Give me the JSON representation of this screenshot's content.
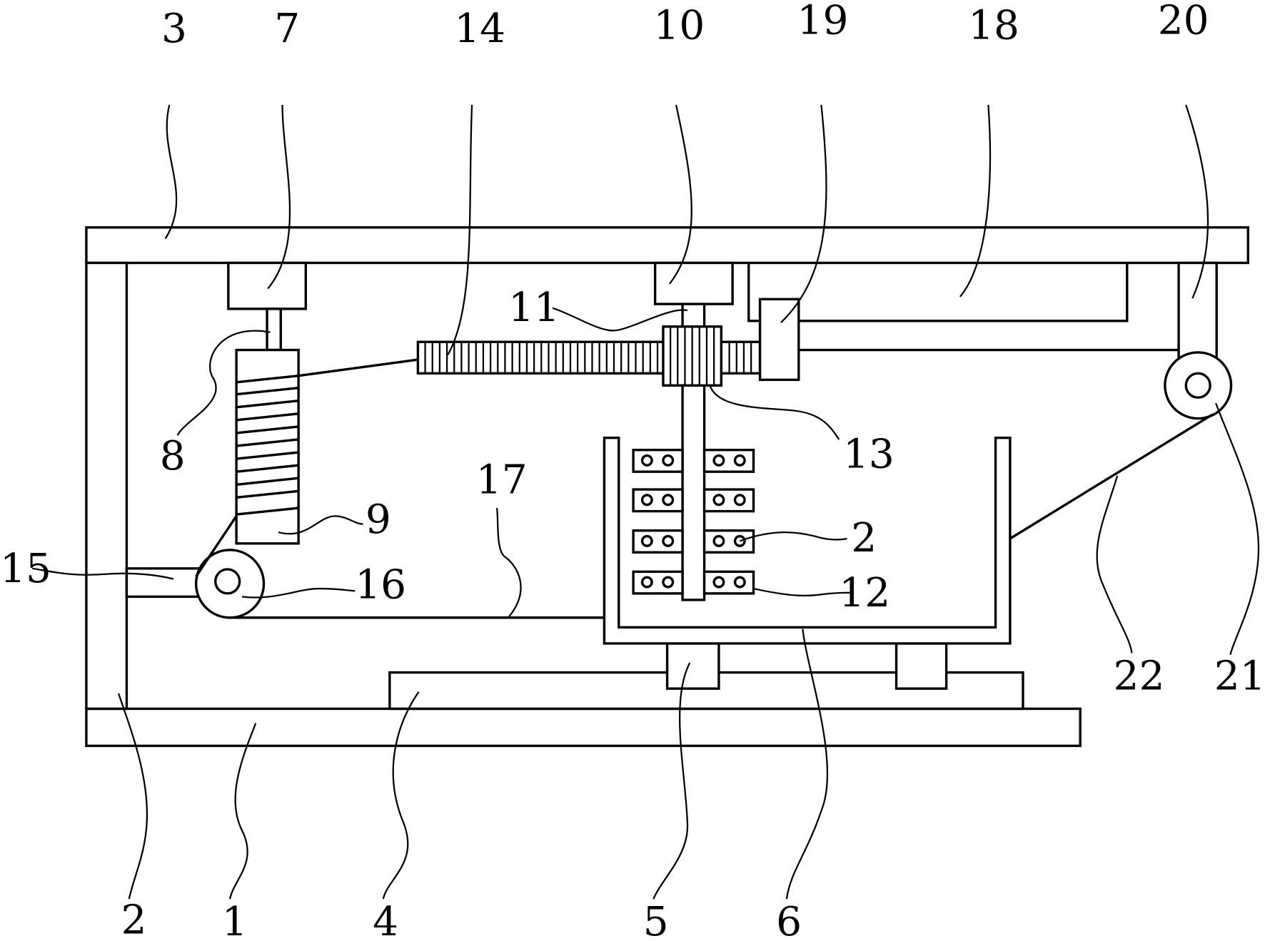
{
  "labels": {
    "l1": "1",
    "l2_bottom": "2",
    "l2_right": "2",
    "l3": "3",
    "l4": "4",
    "l5": "5",
    "l6": "6",
    "l7": "7",
    "l8": "8",
    "l9": "9",
    "l10": "10",
    "l11": "11",
    "l12": "12",
    "l13": "13",
    "l14": "14",
    "l15": "15",
    "l16": "16",
    "l17": "17",
    "l18": "18",
    "l19": "19",
    "l20": "20",
    "l21": "21",
    "l22": "22"
  },
  "colors": {
    "stroke": "#000000",
    "background": "#ffffff"
  }
}
